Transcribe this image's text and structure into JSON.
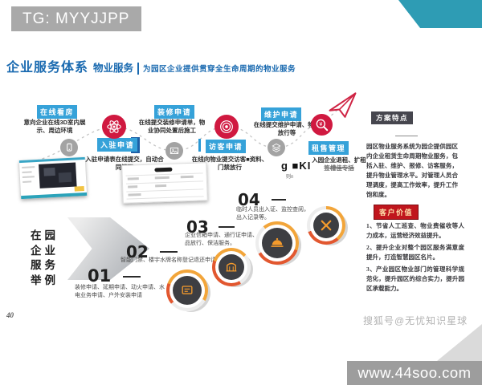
{
  "page": {
    "tg_badge": "TG: MYYJJPP",
    "page_number": "40",
    "sohu_watermark": "搜狐号@无忧知识星球",
    "site_watermark": "www.44soo.com"
  },
  "header": {
    "title": "企业服务体系",
    "category": "物业服务",
    "tagline": "为园区企业提供贯穿全生命周期的物业服务"
  },
  "flow": {
    "steps": [
      {
        "label": "在线看房",
        "desc": "意向企业在线3D室内展示、周边环境"
      },
      {
        "label": "入驻申请",
        "desc": "入驻申请表在线提交，自动合同管理"
      },
      {
        "label": "装修申请",
        "desc": "在线提交装修申请单，物业协同处置后施工"
      },
      {
        "label": "访客申请",
        "desc": "在线向物业提交访客■资料、门禁放行"
      },
      {
        "label": "维护申请",
        "desc": "在线提交维护申请、物品放行等"
      },
      {
        "label": "租售管理",
        "desc": "入园企业退租、扩租",
        "desc2": "签槽佳专括"
      }
    ],
    "stray_text": "g ■KI",
    "stray_sub": "则n"
  },
  "examples": {
    "heading_lines": [
      "在园",
      "企业",
      "服务",
      "举例"
    ],
    "items": [
      {
        "num": "01",
        "text": "装修申请、延期申请、动火申请、水电业务申请、户外安装申请"
      },
      {
        "num": "02",
        "text": "智能门禁、楼宇水牌名称登记退还申请"
      },
      {
        "num": "03",
        "text": "企业信箱申请、通行证申请、物品放行、保洁服务。"
      },
      {
        "num": "04",
        "text": "临时人员出入证、监控查阅，出入记录等。"
      }
    ]
  },
  "panel": {
    "features_title": "方案特点",
    "features_text": "园区物业服务系统为园企提供园区内企业租赁生命周期物业服务，包括入驻、维护、报修、访客服务，提升物业管理水平。对管理人员合理调度，提高工作效率，提升工作饱和度。",
    "value_title": "客户价值",
    "values": [
      {
        "num": "1、",
        "text": "节省人工巡查、物业费催收等人力成本，运营经济效益提升。"
      },
      {
        "num": "2、",
        "text": "提升企业对整个园区服务满意度提升，打造智慧园区名片。"
      },
      {
        "num": "3、",
        "text": "产业园区物业部门的管理科学规范化，提升园区的综合实力，提升园区承载能力。"
      }
    ]
  },
  "colors": {
    "title_blue": "#1a6ab0",
    "badge_blue": "#36a2d9",
    "badge_dark_blue": "#1d5fa6",
    "node_red": "#d01940",
    "node_gray": "#a3a3a3",
    "arc_orange": "#f2a53a",
    "arc_red": "#e2572f",
    "panel_badge_dark": "#46464e",
    "value_badge_red": "#c0161d",
    "corner_teal": "#2e9cb4",
    "footer_gray": "#9d9d9d"
  },
  "icons": {
    "atom-icon": "orbit-atom",
    "target-icon": "concentric-circles",
    "rent-search-icon": "magnifier-yen",
    "paper-plane-icon": "paper-plane",
    "room-view-icon": "device",
    "gallery-icon": "picture",
    "materials-icon": "layers",
    "certificate-icon": "card",
    "gate-icon": "arch-gate",
    "service-bell-icon": "dome",
    "tools-icon": "crossed-tools"
  }
}
